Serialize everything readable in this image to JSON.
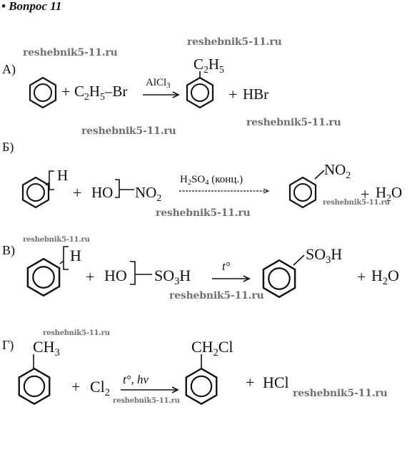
{
  "title": "• Вопрос 11",
  "watermark": "reshebnik5-11.ru",
  "sections": {
    "a": {
      "label": "А)",
      "reactant_add": "C<sub>2</sub>H<sub>5</sub>–Br",
      "catalyst": "AlCl<sub>3</sub>",
      "substituent": "C<sub>2</sub>H<sub>5</sub>",
      "byproduct": "HBr"
    },
    "b": {
      "label": "Б)",
      "hydrogen": "H",
      "reagent_left": "HO",
      "reagent_right": "NO<sub>2</sub>",
      "condition": "H<sub>2</sub>SO<sub>4</sub> (конц.)",
      "substituent": "NO<sub>2</sub>",
      "byproduct": "H<sub>2</sub>O"
    },
    "v": {
      "label": "В)",
      "hydrogen": "H",
      "reagent_left": "HO",
      "reagent_right": "SO<sub>3</sub>H",
      "condition": "t°",
      "substituent": "SO<sub>3</sub>H",
      "byproduct": "H<sub>2</sub>O"
    },
    "g": {
      "label": "Г)",
      "reactant_substituent": "CH<sub>3</sub>",
      "reagent": "Cl<sub>2</sub>",
      "condition": "t°, <i>h</i>ν",
      "substituent": "CH<sub>2</sub>Cl",
      "byproduct": "HCl"
    }
  },
  "plus_sign": "+"
}
